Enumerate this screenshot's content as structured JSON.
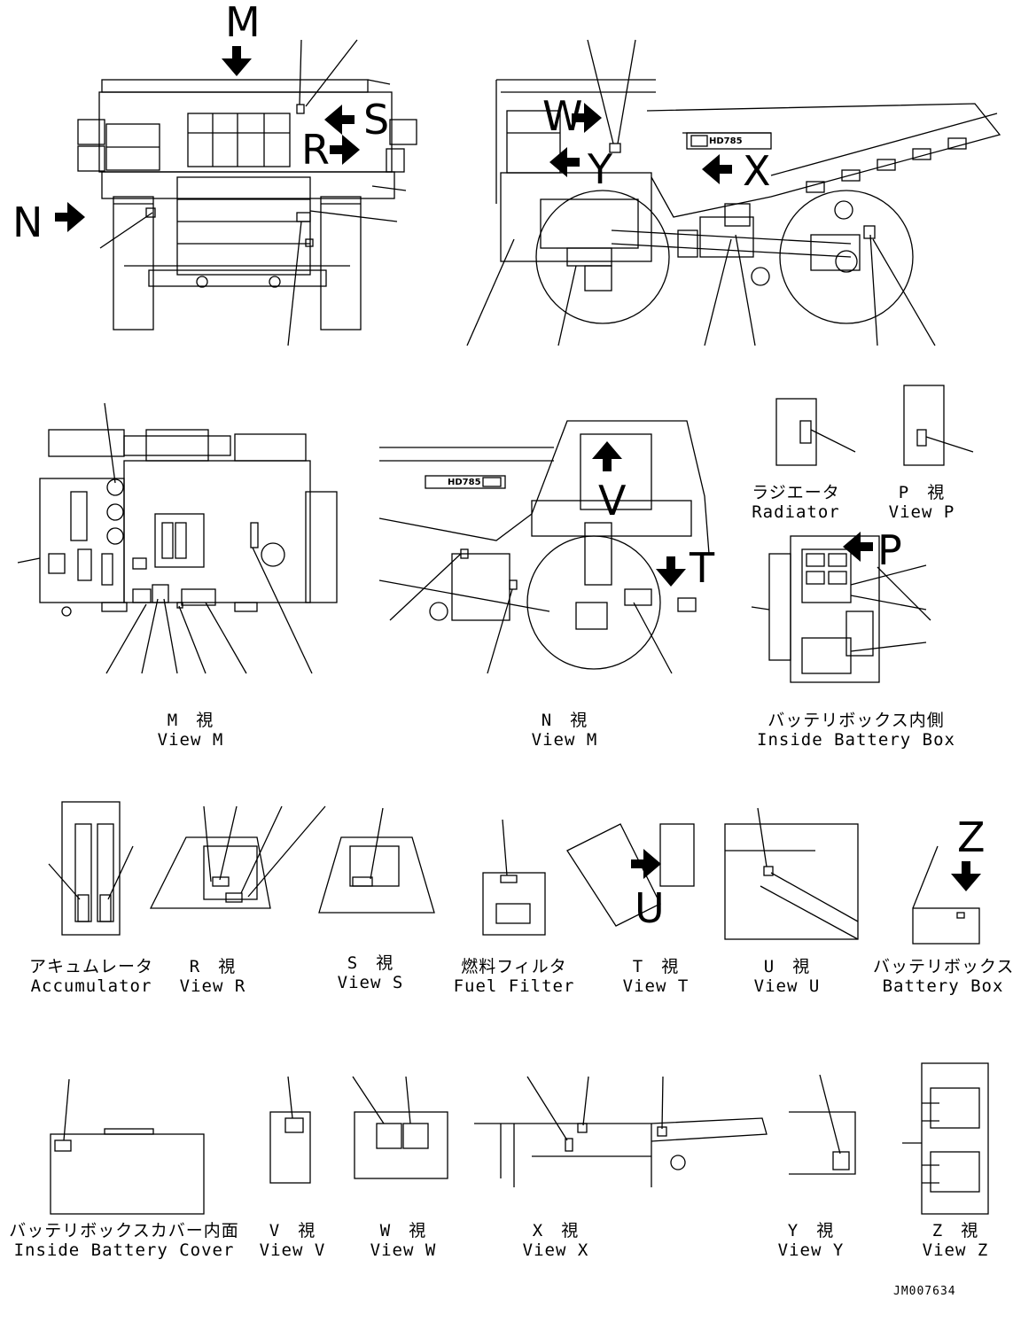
{
  "labels": {
    "radiator": {
      "jp": "ラジエータ",
      "en": "Radiator"
    },
    "view_p": {
      "jp": "P　視",
      "en": "View P"
    },
    "view_m1": {
      "jp": "M　視",
      "en": "View M"
    },
    "view_n": {
      "jp": "N　視",
      "en": "View M"
    },
    "inside_battery_box": {
      "jp": "バッテリボックス内側",
      "en": "Inside Battery Box"
    },
    "accumulator": {
      "jp": "アキュムレータ",
      "en": "Accumulator"
    },
    "view_r": {
      "jp": "R　視",
      "en": "View R"
    },
    "view_s": {
      "jp": "S　視",
      "en": "View S"
    },
    "fuel_filter": {
      "jp": "燃料フィルタ",
      "en": "Fuel Filter"
    },
    "view_t": {
      "jp": "T　視",
      "en": "View T"
    },
    "view_u": {
      "jp": "U　視",
      "en": "View U"
    },
    "battery_box": {
      "jp": "バッテリボックス",
      "en": "Battery Box"
    },
    "inside_battery_cover": {
      "jp": "バッテリボックスカバー内面",
      "en": "Inside Battery Cover"
    },
    "view_v": {
      "jp": "V　視",
      "en": "View V"
    },
    "view_w": {
      "jp": "W　視",
      "en": "View W"
    },
    "view_x": {
      "jp": "X　視",
      "en": "View X"
    },
    "view_y": {
      "jp": "Y　視",
      "en": "View Y"
    },
    "view_z": {
      "jp": "Z　視",
      "en": "View Z"
    }
  },
  "view_letters": {
    "m": "M",
    "n": "N",
    "r": "R",
    "s": "S",
    "w": "W",
    "y": "Y",
    "x": "X",
    "v": "V",
    "t": "T",
    "p": "P",
    "u": "U",
    "z": "Z"
  },
  "truck_badge": "HD785",
  "drawing_code": "JM007634"
}
